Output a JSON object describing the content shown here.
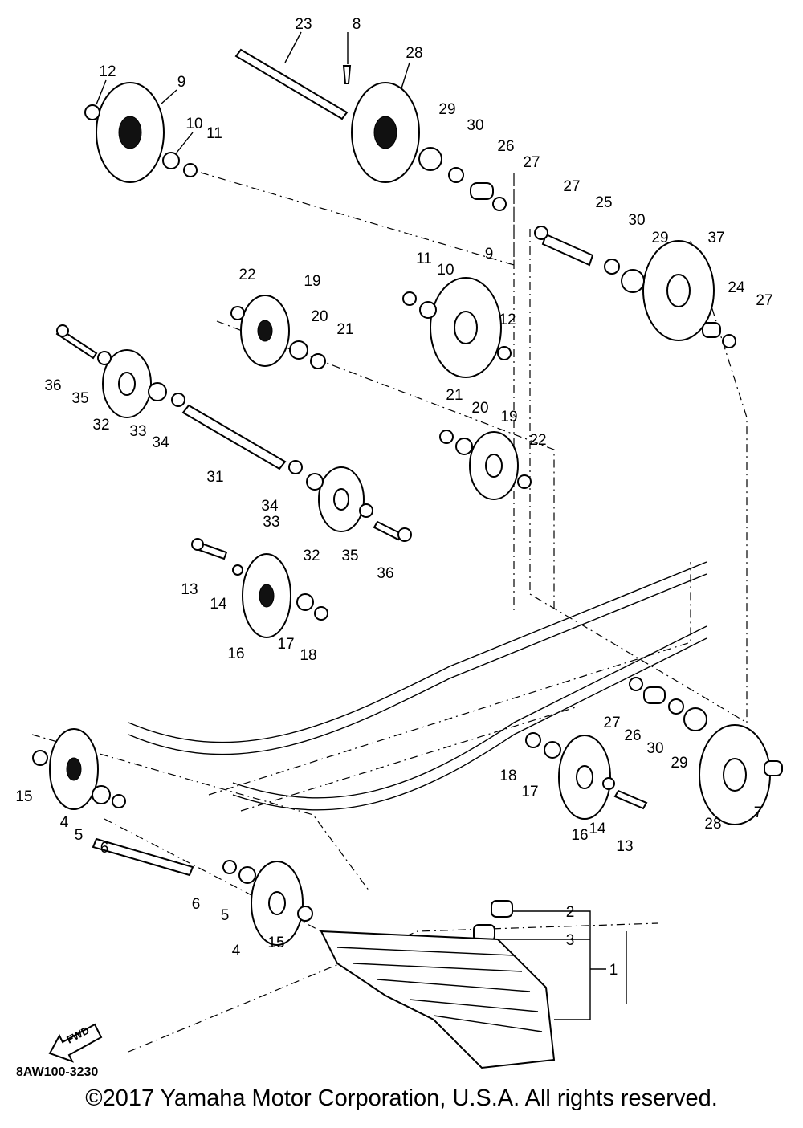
{
  "diagram_code": "8AW100-3230",
  "direction_label": "FWD",
  "copyright": "©2017 Yamaha Motor Corporation, U.S.A. All rights reserved.",
  "callouts": [
    "23",
    "8",
    "28",
    "12",
    "9",
    "10",
    "11",
    "29",
    "30",
    "26",
    "27",
    "27",
    "25",
    "30",
    "29",
    "37",
    "22",
    "19",
    "11",
    "10",
    "9",
    "24",
    "27",
    "20",
    "21",
    "12",
    "36",
    "35",
    "32",
    "33",
    "34",
    "21",
    "20",
    "19",
    "22",
    "31",
    "34",
    "33",
    "32",
    "35",
    "36",
    "13",
    "14",
    "16",
    "17",
    "18",
    "27",
    "26",
    "30",
    "29",
    "15",
    "4",
    "5",
    "6",
    "18",
    "17",
    "16",
    "14",
    "13",
    "28",
    "7",
    "6",
    "5",
    "4",
    "15",
    "2",
    "3",
    "1"
  ]
}
